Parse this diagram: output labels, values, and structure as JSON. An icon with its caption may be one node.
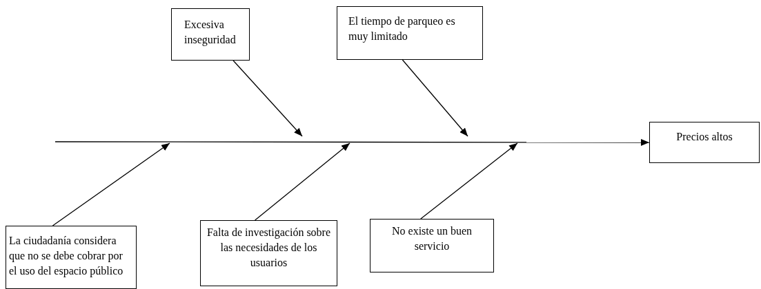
{
  "diagram": {
    "nodes": [
      {
        "text": [
          "Excesiva inseguridad"
        ]
      },
      {
        "text": [
          "El tiempo de parqueo es muy limitado"
        ]
      },
      {
        "text": [
          "Precios altos"
        ]
      },
      {
        "text": [
          "La ciudadanía considera que no se debe cobrar por el uso del espacio público"
        ]
      },
      {
        "text": [
          "Falta de investigación sobre las necesidades de los usuarios"
        ]
      },
      {
        "text": [
          "No existe un buen servicio"
        ]
      }
    ],
    "edges": [
      {
        "from": 0,
        "to": null,
        "arrow": "to"
      },
      {
        "from": 1,
        "to": null,
        "arrow": "to"
      },
      {
        "from": 3,
        "to": null,
        "arrow": "to"
      },
      {
        "from": 4,
        "to": null,
        "arrow": "to"
      },
      {
        "from": 5,
        "to": null,
        "arrow": "to"
      },
      {
        "from": null,
        "to": 2,
        "arrow": "to"
      }
    ]
  }
}
